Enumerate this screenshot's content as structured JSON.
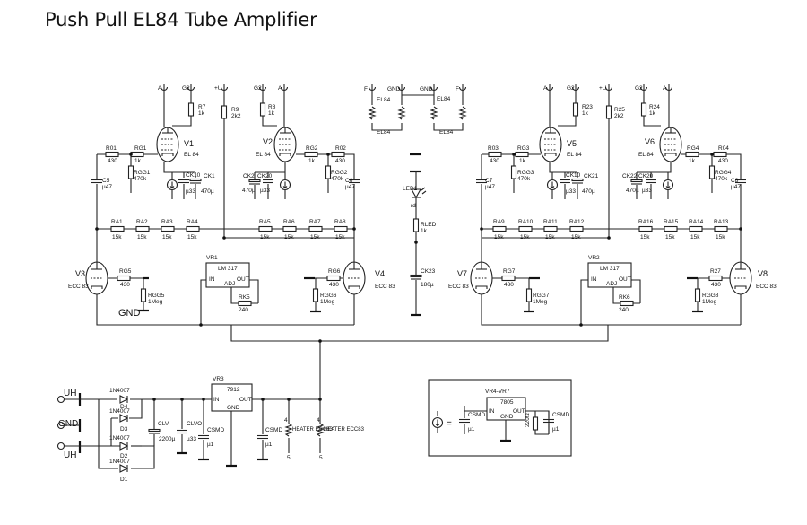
{
  "title": "Push Pull EL84 Tube Amplifier",
  "tubes": [
    {
      "id": "V1",
      "type": "EL 84"
    },
    {
      "id": "V2",
      "type": "EL 84"
    },
    {
      "id": "V5",
      "type": "EL 84"
    },
    {
      "id": "V6",
      "type": "EL 84"
    },
    {
      "id": "V3",
      "type": "ECC 83"
    },
    {
      "id": "V4",
      "type": "ECC 83"
    },
    {
      "id": "V7",
      "type": "ECC 83"
    },
    {
      "id": "V8",
      "type": "ECC 83"
    }
  ],
  "resistors_h": [
    {
      "id": "R01",
      "val": "430"
    },
    {
      "id": "RG1",
      "val": "1k"
    },
    {
      "id": "RG2",
      "val": "1k"
    },
    {
      "id": "R02",
      "val": "430"
    },
    {
      "id": "R03",
      "val": "430"
    },
    {
      "id": "RG3",
      "val": "1k"
    },
    {
      "id": "RG4",
      "val": "1k"
    },
    {
      "id": "R04",
      "val": "430"
    },
    {
      "id": "RA1",
      "val": "15k"
    },
    {
      "id": "RA2",
      "val": "15k"
    },
    {
      "id": "RA3",
      "val": "15k"
    },
    {
      "id": "RA4",
      "val": "15k"
    },
    {
      "id": "RA5",
      "val": "15k"
    },
    {
      "id": "RA6",
      "val": "15k"
    },
    {
      "id": "RA7",
      "val": "15k"
    },
    {
      "id": "RA8",
      "val": "15k"
    },
    {
      "id": "RA9",
      "val": "15k"
    },
    {
      "id": "RA10",
      "val": "15k"
    },
    {
      "id": "RA11",
      "val": "15k"
    },
    {
      "id": "RA12",
      "val": "15k"
    },
    {
      "id": "RA16",
      "val": "15k"
    },
    {
      "id": "RA15",
      "val": "15k"
    },
    {
      "id": "RA14",
      "val": "15k"
    },
    {
      "id": "RA13",
      "val": "15k"
    },
    {
      "id": "RG5",
      "val": "430"
    },
    {
      "id": "RG6",
      "val": "430"
    },
    {
      "id": "RG7",
      "val": "430"
    },
    {
      "id": "R27",
      "val": "430"
    }
  ],
  "resistors_v": [
    {
      "id": "R7",
      "val": "1k"
    },
    {
      "id": "R9",
      "val": "2k2"
    },
    {
      "id": "R8",
      "val": "1k"
    },
    {
      "id": "R23",
      "val": "1k"
    },
    {
      "id": "R25",
      "val": "2k2"
    },
    {
      "id": "R24",
      "val": "1k"
    },
    {
      "id": "RGG1",
      "val": "470k"
    },
    {
      "id": "RGG2",
      "val": "470k"
    },
    {
      "id": "RGG3",
      "val": "470k"
    },
    {
      "id": "RGG4",
      "val": "470k"
    },
    {
      "id": "RGG5",
      "val": "1Meg"
    },
    {
      "id": "RGG6",
      "val": "1Meg"
    },
    {
      "id": "RGG7",
      "val": "1Meg"
    },
    {
      "id": "RGG8",
      "val": "1Meg"
    },
    {
      "id": "RLED",
      "val": "1k"
    }
  ],
  "caps": [
    {
      "id": "C5",
      "val": "µ47"
    },
    {
      "id": "C6",
      "val": "µ47"
    },
    {
      "id": "C7",
      "val": "µ47"
    },
    {
      "id": "C8",
      "val": "µ47"
    },
    {
      "id": "CK10",
      "val": "µ33"
    },
    {
      "id": "CK1",
      "val": "470µ"
    },
    {
      "id": "CK2",
      "val": "470µ"
    },
    {
      "id": "CK20",
      "val": "µ33"
    },
    {
      "id": "CK10",
      "val": "µ33"
    },
    {
      "id": "CK21",
      "val": "470µ"
    },
    {
      "id": "CK22",
      "val": "470µ"
    },
    {
      "id": "CK20",
      "val": "µ33"
    },
    {
      "id": "CK23",
      "val": "180µ"
    }
  ],
  "pins": {
    "A": "A",
    "G2": "G2",
    "plusU": "+U",
    "F": "F",
    "GND": "GND",
    "EL84": "EL84"
  },
  "regs": {
    "VR1": "VR1",
    "VR2": "VR2",
    "lm": "LM 317",
    "in": "IN",
    "out": "OUT",
    "adj": "ADJ",
    "RK5": "RK5",
    "RK6": "RK6",
    "r240": "240"
  },
  "led": {
    "id": "LED1",
    "color": "rd"
  },
  "gnd_label": "GND",
  "psu": {
    "UH1": "UH",
    "GND": "GND",
    "UH2": "UH",
    "diodes": [
      {
        "id": "D4",
        "type": "1N4007"
      },
      {
        "id": "D3",
        "type": "1N4007"
      },
      {
        "id": "D2",
        "type": "1N4007"
      },
      {
        "id": "D1",
        "type": "1N4007"
      }
    ],
    "CLV": {
      "id": "CLV",
      "val": "2200µ"
    },
    "CLVO": {
      "id": "CLVO",
      "val": "µ33"
    },
    "CSMD": {
      "id": "CSMD",
      "val": "µ1"
    },
    "VR3": {
      "id": "VR3",
      "type": "7912",
      "in": "IN",
      "out": "OUT",
      "gnd": "GND"
    },
    "heater1": "HEATER ECC83",
    "heater2": "HEATER ECC83",
    "pin4": "4",
    "pin5": "5"
  },
  "inset": {
    "title": "VR4-VR7",
    "type": "7805",
    "in": "IN",
    "out": "OUT",
    "gnd": "GND",
    "cs": "CSMD",
    "cv": "µ1",
    "r": "220Ω",
    "eq": "="
  }
}
